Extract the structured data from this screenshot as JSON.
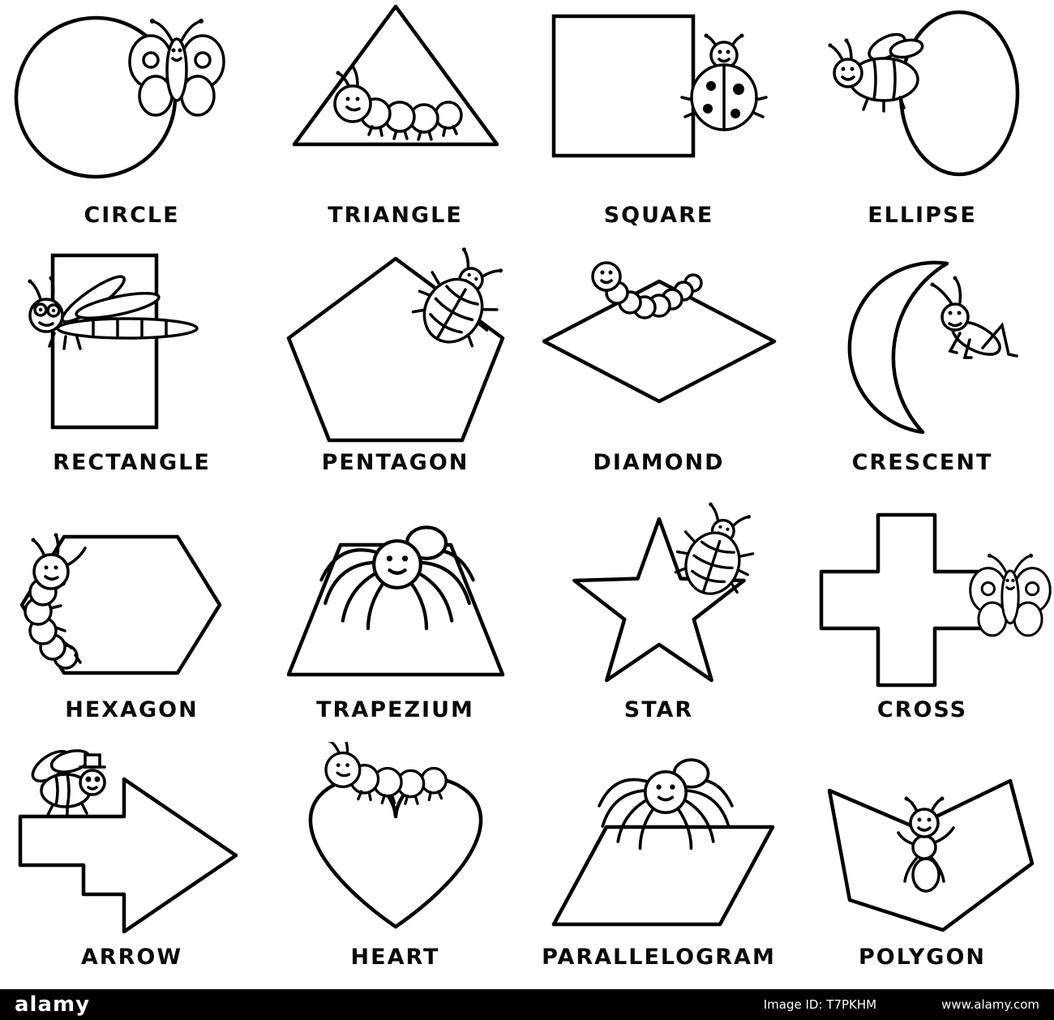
{
  "page": {
    "background": "#ffffff",
    "ink": "#000000"
  },
  "cells": [
    {
      "label": "CIRCLE",
      "shape": "circle",
      "character": "butterfly"
    },
    {
      "label": "TRIANGLE",
      "shape": "triangle",
      "character": "caterpillar"
    },
    {
      "label": "SQUARE",
      "shape": "square",
      "character": "ladybug"
    },
    {
      "label": "ELLIPSE",
      "shape": "ellipse",
      "character": "bee"
    },
    {
      "label": "RECTANGLE",
      "shape": "rectangle",
      "character": "dragonfly"
    },
    {
      "label": "PENTAGON",
      "shape": "pentagon",
      "character": "beetle"
    },
    {
      "label": "DIAMOND",
      "shape": "diamond",
      "character": "worm"
    },
    {
      "label": "CRESCENT",
      "shape": "crescent",
      "character": "grasshopper"
    },
    {
      "label": "HEXAGON",
      "shape": "hexagon",
      "character": "caterpillar"
    },
    {
      "label": "TRAPEZIUM",
      "shape": "trapezium",
      "character": "spider"
    },
    {
      "label": "STAR",
      "shape": "star",
      "character": "beetle"
    },
    {
      "label": "CROSS",
      "shape": "cross",
      "character": "butterfly"
    },
    {
      "label": "ARROW",
      "shape": "arrow",
      "character": "fly"
    },
    {
      "label": "HEART",
      "shape": "heart",
      "character": "caterpillar"
    },
    {
      "label": "PARALLELOGRAM",
      "shape": "parallelogram",
      "character": "spider"
    },
    {
      "label": "POLYGON",
      "shape": "polygon",
      "character": "ant"
    }
  ],
  "footer": {
    "brand": "alamy",
    "image_id": "Image ID: T7PKHM",
    "website": "www.alamy.com",
    "bar_color": "#000000",
    "text_color": "#ffffff"
  }
}
